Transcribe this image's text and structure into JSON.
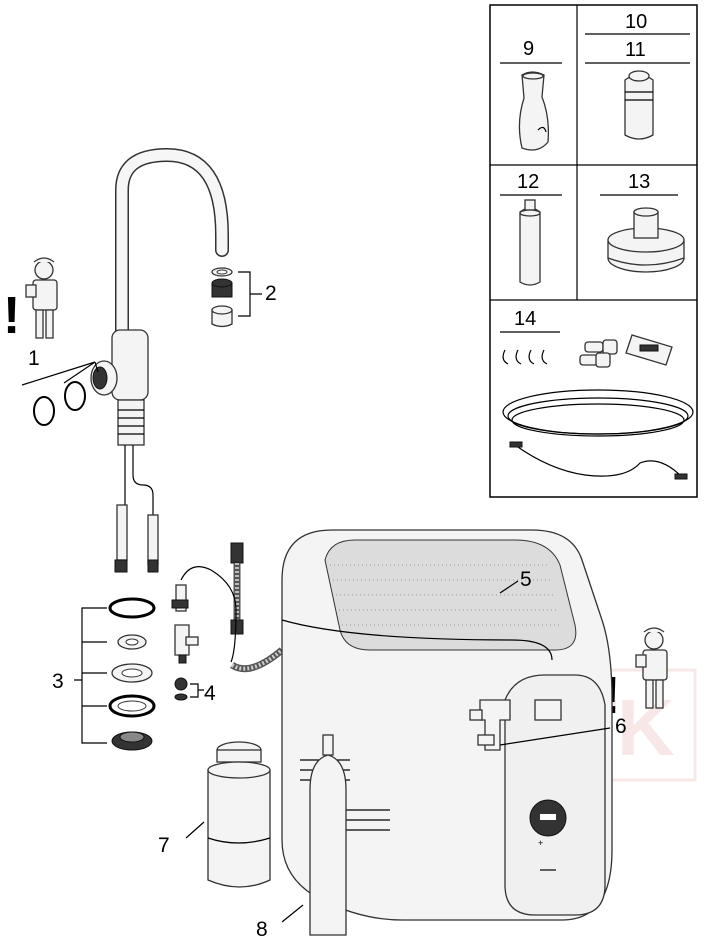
{
  "callouts": {
    "c1": "1",
    "c2": "2",
    "c3": "3",
    "c4": "4",
    "c5": "5",
    "c6": "6",
    "c7": "7",
    "c8": "8"
  },
  "panel": {
    "p9": "9",
    "p10": "10",
    "p11": "11",
    "p12": "12",
    "p13": "13",
    "p14": "14"
  },
  "warning": {
    "mark": "!"
  },
  "watermark": {
    "text": "TK"
  }
}
